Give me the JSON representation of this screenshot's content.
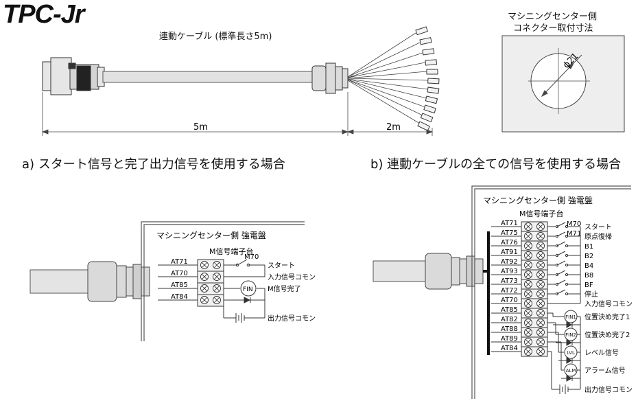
{
  "brand": "TPC-Jr",
  "cable": {
    "caption": "連動ケーブル (標準長さ5m)",
    "length_main": "5m",
    "length_tail": "2m"
  },
  "connector_panel": {
    "title_line1": "マシニングセンター側",
    "title_line2": "コネクター取付寸法",
    "diameter": "ϕ21"
  },
  "section_a": {
    "title": "a) スタート信号と完了出力信号を使用する場合",
    "panel_title": "マシニングセンター側 強電盤",
    "block_title": "M信号端子台",
    "terminals": [
      "AT71",
      "AT70",
      "AT85",
      "AT84"
    ],
    "relay": "M70",
    "lamp": "FIN",
    "labels": [
      "スタート",
      "入力信号コモン",
      "M信号完了",
      "出力信号コモン"
    ]
  },
  "section_b": {
    "title": "b) 連動ケーブルの全ての信号を使用する場合",
    "panel_title": "マシニングセンター側 強電盤",
    "block_title": "M信号端子台",
    "terminals": [
      "AT71",
      "AT75",
      "AT76",
      "AT91",
      "AT92",
      "AT93",
      "AT73",
      "AT72",
      "AT70",
      "AT85",
      "AT82",
      "AT88",
      "AT89",
      "AT84"
    ],
    "relays": [
      "M70",
      "M71"
    ],
    "input_labels": [
      "スタート",
      "原点復帰",
      "B1",
      "B2",
      "B4",
      "B8",
      "BF",
      "停止",
      "入力信号コモン"
    ],
    "lamps": [
      "FIN1",
      "FIN2",
      "LVL",
      "ALM"
    ],
    "output_labels": [
      "位置決め完了1",
      "位置決め完了2",
      "レベル信号",
      "アラーム信号",
      "出力信号コモン"
    ]
  }
}
